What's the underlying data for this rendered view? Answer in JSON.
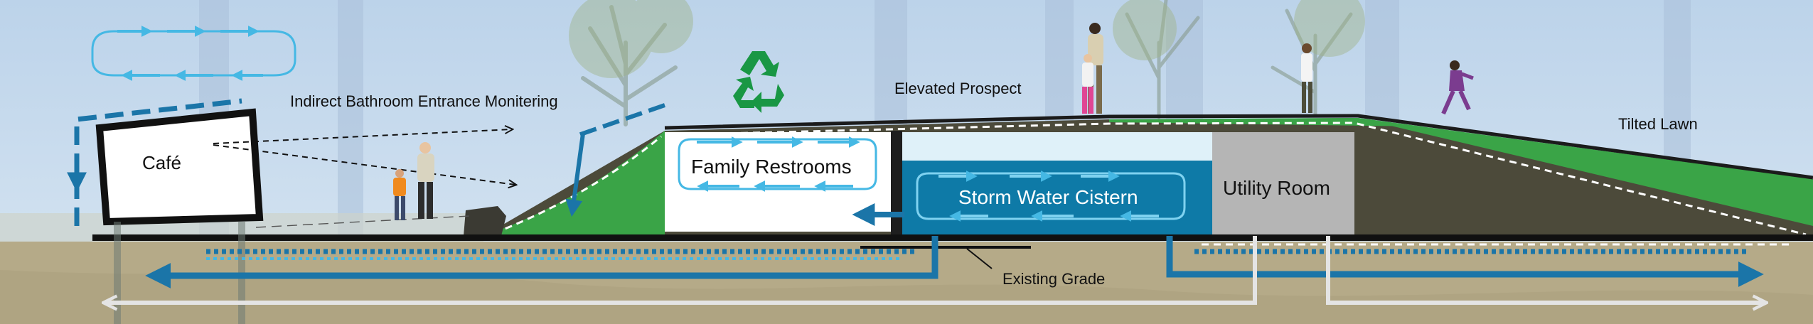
{
  "labels": {
    "cafe": "Café",
    "indirect_monitoring": "Indirect Bathroom Entrance Monitering",
    "elevated_prospect": "Elevated Prospect",
    "tilted_lawn": "Tilted Lawn",
    "family_restrooms": "Family Restrooms",
    "storm_water_cistern": "Storm Water Cistern",
    "utility_room": "Utility Room",
    "existing_grade": "Existing Grade"
  },
  "icons": {
    "recycle": "recycle-icon",
    "circulation": "circulation-arrows-icon"
  },
  "colors": {
    "sky": "#c9dcef",
    "ground": "#b5aa88",
    "lawn": "#3aa447",
    "berm_earth": "#4c4a3a",
    "cistern": "#0e7aa7",
    "flow_blue": "#1b75a8",
    "light_blue": "#45b8e4",
    "utility_gray": "#b5b5b5",
    "recycle_green": "#199744"
  }
}
